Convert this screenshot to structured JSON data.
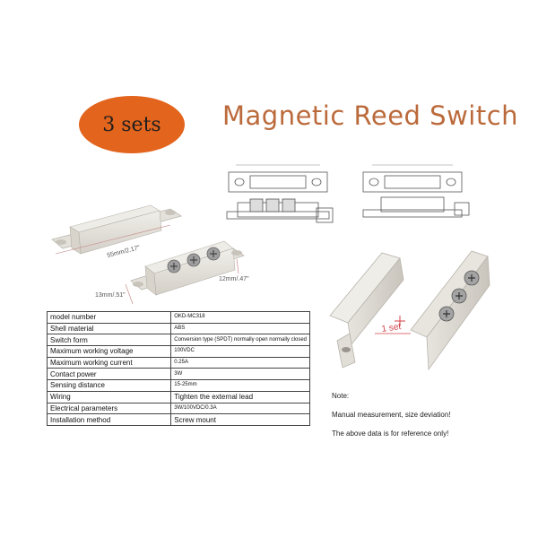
{
  "badge": {
    "text": "3 sets",
    "color": "#e2641d"
  },
  "title": {
    "text": "Magnetic Reed Switch",
    "color": "#bb6a3b"
  },
  "dimensions": {
    "length": "55mm/2.17\"",
    "width": "13mm/.51\"",
    "height": "12mm/.47\""
  },
  "callout": {
    "text": "1 set",
    "color": "#d4424a"
  },
  "spec_table": {
    "rows": [
      {
        "key": "model number",
        "value": "OKD-MC318"
      },
      {
        "key": "Shell material",
        "value": "ABS"
      },
      {
        "key": "Switch form",
        "value": "Conversion type (SPDT) normally open normally closed"
      },
      {
        "key": "Maximum working voltage",
        "value": "100VDC"
      },
      {
        "key": "Maximum working current",
        "value": "0.25A"
      },
      {
        "key": "Contact power",
        "value": "3W"
      },
      {
        "key": "Sensing distance",
        "value": "15-25mm"
      },
      {
        "key": "Wiring",
        "value": "Tighten the external lead"
      },
      {
        "key": "Electrical parameters",
        "value": "3W/100VDC/0.3A"
      },
      {
        "key": "Installation method",
        "value": "Screw mount"
      }
    ]
  },
  "note": {
    "heading": "Note:",
    "line1": "Manual measurement, size deviation!",
    "line2": "The above data is for reference only!"
  }
}
